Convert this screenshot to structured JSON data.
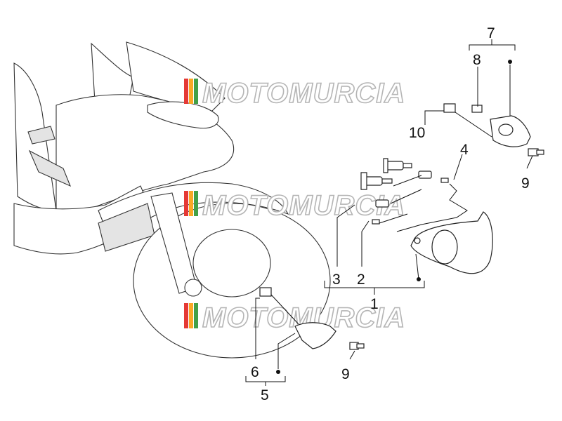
{
  "diagram": {
    "callouts": {
      "c1": "1",
      "c2": "2",
      "c3": "3",
      "c4": "4",
      "c5": "5",
      "c6": "6",
      "c7": "7",
      "c8": "8",
      "c9a": "9",
      "c9b": "9",
      "c10": "10"
    },
    "watermark": {
      "text": "MOTOMURCIA",
      "colors": [
        "#e53935",
        "#f9a825",
        "#43a047"
      ]
    }
  }
}
